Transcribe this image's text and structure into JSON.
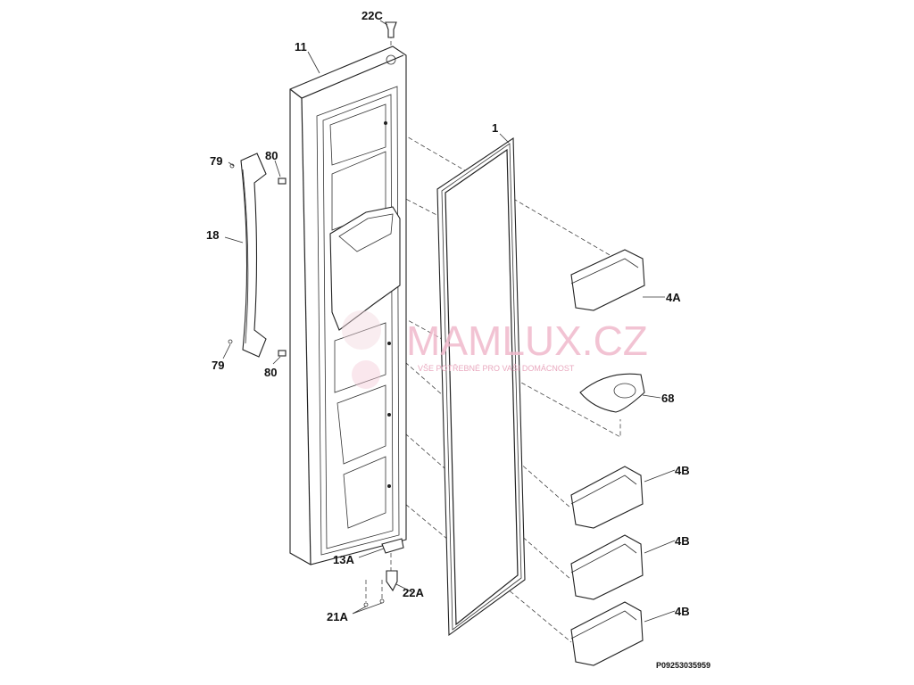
{
  "diagram": {
    "labels": {
      "p22C": "22C",
      "p11": "11",
      "p1": "1",
      "p79_top": "79",
      "p80_top": "80",
      "p18": "18",
      "p4A": "4A",
      "p79_bottom": "79",
      "p80_bottom": "80",
      "p68": "68",
      "p4B_1": "4B",
      "p4B_2": "4B",
      "p4B_3": "4B",
      "p13A": "13A",
      "p22A": "22A",
      "p21A": "21A"
    },
    "part_number": "P09253035959",
    "watermark": {
      "brand": "MAMLUX.CZ",
      "tagline": "VŠE POTŘEBNÉ PRO VAŠI DOMÁCNOST"
    }
  }
}
